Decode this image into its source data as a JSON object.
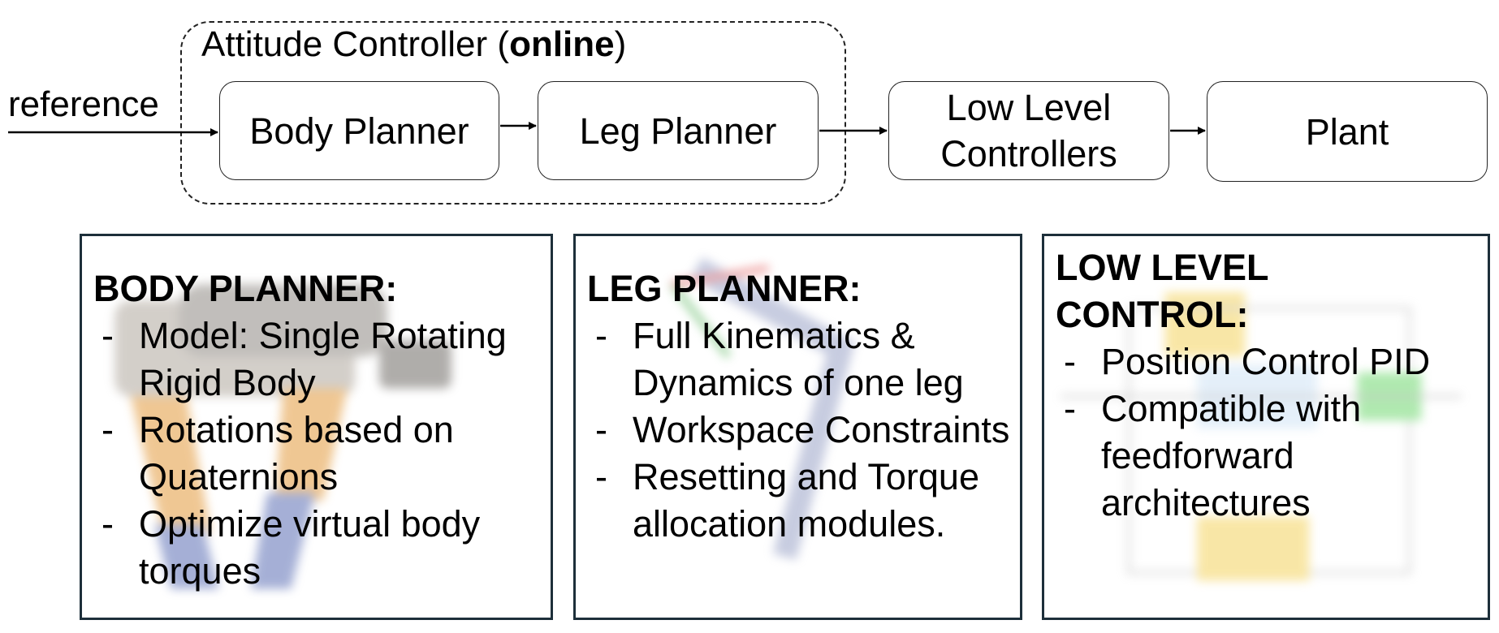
{
  "flow": {
    "input_label": "reference",
    "group": {
      "title_prefix": "Attitude Controller (",
      "title_bold": "online",
      "title_suffix": ")"
    },
    "blocks": {
      "body_planner": "Body Planner",
      "leg_planner": "Leg Planner",
      "low_level_line1": "Low Level",
      "low_level_line2": "Controllers",
      "plant": "Plant"
    }
  },
  "panels": {
    "body_planner": {
      "title": "BODY PLANNER:",
      "items": [
        {
          "dash": "-",
          "text": "Model: Single Rotating Rigid Body"
        },
        {
          "dash": "-",
          "text": "Rotations based on Quaternions"
        },
        {
          "dash": "-",
          "text": "Optimize virtual body torques"
        }
      ]
    },
    "leg_planner": {
      "title": "LEG PLANNER:",
      "items": [
        {
          "dash": "-",
          "text": "Full Kinematics & Dynamics of one leg"
        },
        {
          "dash": "-",
          "text": "Workspace Constraints"
        },
        {
          "dash": "-",
          "text": "Resetting and Torque allocation modules."
        }
      ]
    },
    "low_level": {
      "title": "LOW LEVEL CONTROL:",
      "items": [
        {
          "dash": "-",
          "text": "Position Control PID"
        },
        {
          "dash": "-",
          "text": "Compatible with feedforward architectures"
        }
      ]
    }
  }
}
